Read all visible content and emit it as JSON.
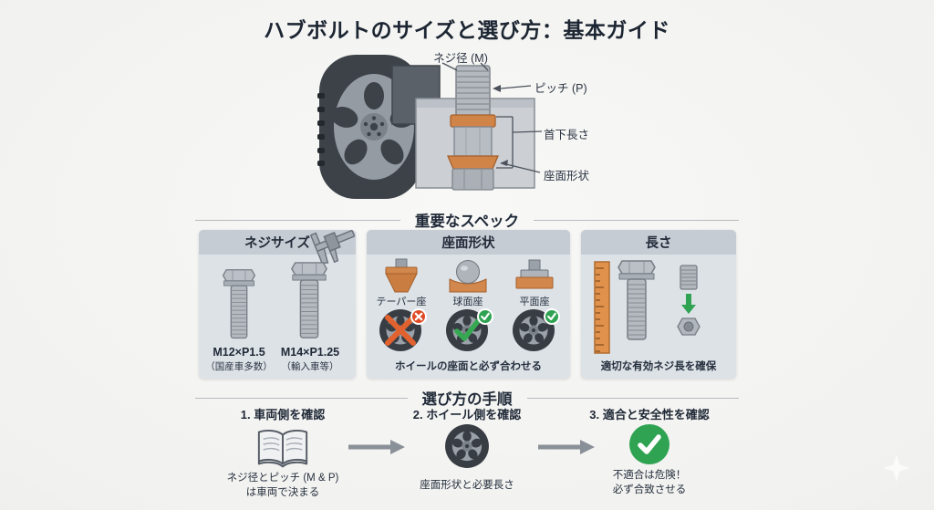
{
  "title": "ハブボルトのサイズと選び方：基本ガイド",
  "hero": {
    "label_thread_diameter": "ネジ径 (M)",
    "label_pitch": "ピッチ (P)",
    "label_under_head_length": "首下長さ",
    "label_seat_shape": "座面形状"
  },
  "specs": {
    "header": "重要なスペック",
    "thread_panel": {
      "title": "ネジサイズ",
      "bolt1_size": "M12×P1.5",
      "bolt1_note": "（国産車多数）",
      "bolt2_size": "M14×P1.25",
      "bolt2_note": "（輸入車等）"
    },
    "seat_panel": {
      "title": "座面形状",
      "seat1_label": "テーパー座",
      "seat2_label": "球面座",
      "seat3_label": "平面座",
      "caption": "ホイールの座面と必ず合わせる"
    },
    "length_panel": {
      "title": "長さ",
      "caption": "適切な有効ネジ長を確保"
    }
  },
  "steps": {
    "header": "選び方の手順",
    "step1_title": "1. 車両側を確認",
    "step1_caption": "ネジ径とピッチ (M & P)\nは車両で決まる",
    "step2_title": "2. ホイール側を確認",
    "step2_caption": "座面形状と必要長さ",
    "step3_title": "3. 適合と安全性を確認",
    "step3_caption": "不適合は危険！\n必ず合致させる"
  },
  "icons": {
    "check": "✓",
    "cross": "✕",
    "arrow_right": "→",
    "arrow_down": "↓",
    "sparkle": "✦"
  },
  "colors": {
    "accent_orange": "#d18448",
    "ok_green": "#2fa352",
    "ng_red": "#e04a26",
    "panel_bg": "#dde2e7",
    "panel_header_bg": "#c6ccd4",
    "text_dark": "#232c3a"
  }
}
